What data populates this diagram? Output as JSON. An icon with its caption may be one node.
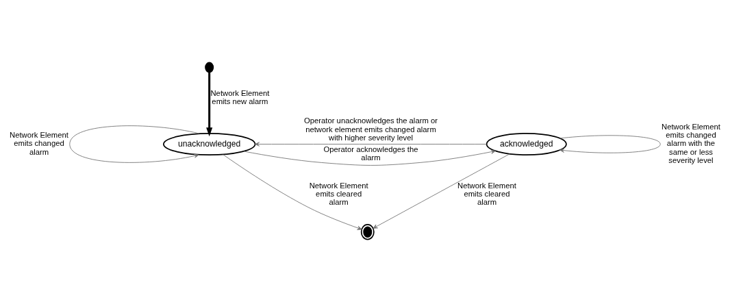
{
  "diagram": {
    "nodes": [
      {
        "text": [
          "unacknowledged"
        ]
      },
      {
        "text": [
          "acknowledged"
        ]
      },
      {
        "text": [],
        "shape": "circle"
      },
      {
        "text": [],
        "shape": "circle"
      }
    ],
    "edges": [
      {
        "from": 0,
        "to": 0,
        "arrow": "to",
        "label": "Network Element emits changed alarm"
      },
      {
        "from": 0,
        "to": 1,
        "arrow": "to",
        "label": "Operator acknowledges the alarm"
      },
      {
        "from": 1,
        "to": 1,
        "arrow": "to",
        "label": "Network Element emits changed alarm with the same or less severity level"
      },
      {
        "from": 1,
        "to": 0,
        "arrow": "to",
        "label": "Operator unacknowledges the alarm or network element emits changed alarm with higher severity level"
      },
      {
        "from": 2,
        "to": 0,
        "arrow": "to",
        "label": "Network Element emits new alarm",
        "style": "thick",
        "color": "#000000"
      },
      {
        "from": 0,
        "to": 3,
        "arrow": "to",
        "label": "Network Element emits cleared alarm"
      },
      {
        "from": 1,
        "to": 3,
        "arrow": "to",
        "label": "Network Element emits cleared alarm"
      }
    ]
  }
}
